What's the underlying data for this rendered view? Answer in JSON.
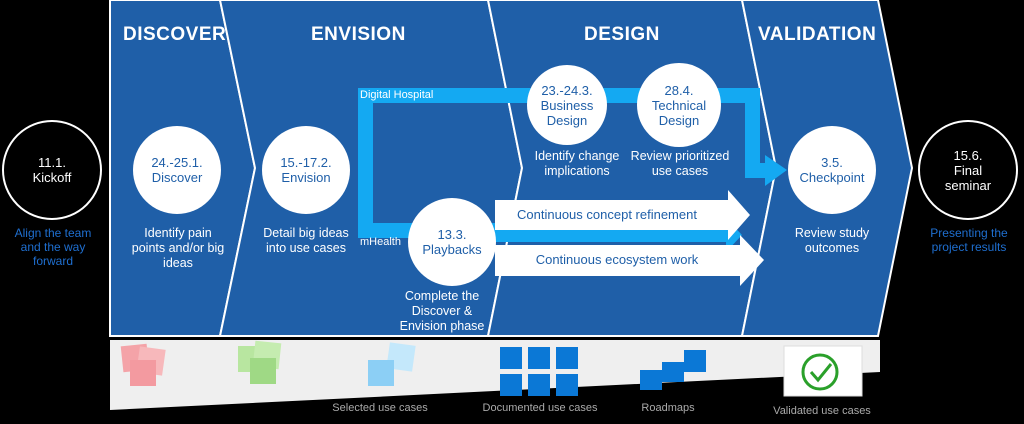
{
  "phases": [
    {
      "title": "DISCOVER"
    },
    {
      "title": "ENVISION"
    },
    {
      "title": "DESIGN"
    },
    {
      "title": "VALIDATION"
    }
  ],
  "milestones": {
    "kickoff": {
      "date": "11.1.",
      "name": "Kickoff",
      "desc": "Align the team and the way forward"
    },
    "discover": {
      "date": "24.-25.1.",
      "name": "Discover",
      "desc": "Identify pain points and/or big ideas"
    },
    "envision": {
      "date": "15.-17.2.",
      "name": "Envision",
      "desc": "Detail big ideas into use cases"
    },
    "playbacks": {
      "date": "13.3.",
      "name": "Playbacks",
      "desc": "Complete the Discover & Envision phase"
    },
    "business_design": {
      "date": "23.-24.3.",
      "name": "Business Design",
      "desc": "Identify change implications"
    },
    "technical_design": {
      "date": "28.4.",
      "name": "Technical Design",
      "desc": "Review prioritized use cases"
    },
    "checkpoint": {
      "date": "3.5.",
      "name": "Checkpoint",
      "desc": "Review study outcomes"
    },
    "final_seminar": {
      "date": "15.6.",
      "name": "Final seminar",
      "desc": "Presenting the project results"
    }
  },
  "tracks": {
    "top": "Digital Hospital",
    "bottom": "mHealth"
  },
  "arrows": {
    "concept": "Continuous concept refinement",
    "ecosystem": "Continuous ecosystem work"
  },
  "artifacts": [
    {
      "label": "",
      "color": "#f4a3a8"
    },
    {
      "label": "",
      "color": "#a5dc8a"
    },
    {
      "label": "Selected use cases",
      "color": "#8ccff5"
    },
    {
      "label": "Documented use cases",
      "color": "#0b78d6"
    },
    {
      "label": "Roadmaps",
      "color": "#0b78d6"
    },
    {
      "label": "Validated use cases",
      "color": "#2aa02a"
    }
  ],
  "colors": {
    "phase_fill": "#1f5fa8",
    "track_cyan": "#14a9f2",
    "circle_text": "#1f5fa8",
    "side_text": "#1f6fd0"
  }
}
